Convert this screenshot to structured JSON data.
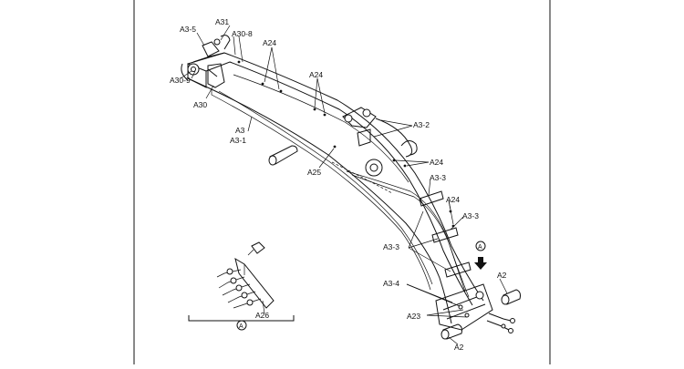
{
  "labels": {
    "a31": "A31",
    "a3_5": "A3-5",
    "a30_8": "A30-8",
    "a24_top": "A24",
    "a24_mid": "A24",
    "a30_9": "A30-9",
    "a30": "A30",
    "a3": "A3",
    "a3_1": "A3-1",
    "a3_2": "A3-2",
    "a24_right1": "A24",
    "a25": "A25",
    "a3_3_a": "A3-3",
    "a24_right2": "A24",
    "a3_3_b": "A3-3",
    "a3_3_c": "A3-3",
    "view_a_marker": "A",
    "a2_top": "A2",
    "a3_4": "A3-4",
    "a23": "A23",
    "a2_bottom": "A2",
    "a26": "A26",
    "view_a_caption": "A"
  }
}
